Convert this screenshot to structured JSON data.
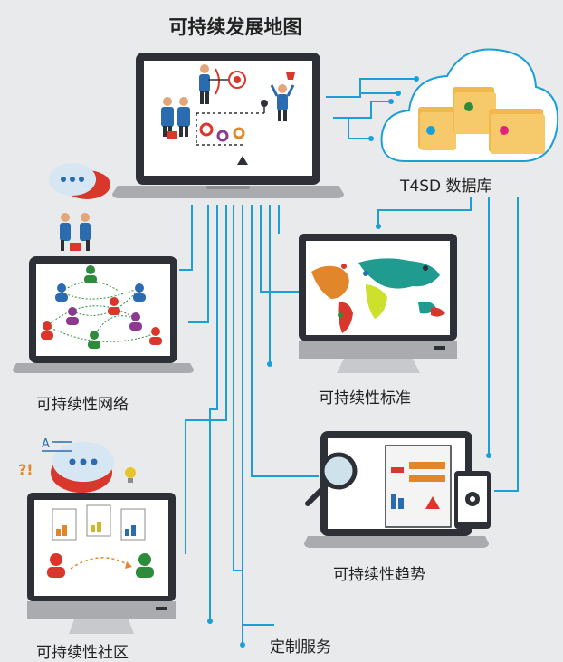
{
  "title": "可持续发展地图",
  "labels": {
    "database": "T4SD 数据库",
    "network": "可持续性网络",
    "standards": "可持续性标准",
    "trends": "可持续性趋势",
    "community": "可持续性社区",
    "custom_services": "定制服务"
  },
  "colors": {
    "background": "#e9eaeb",
    "connector": "#1a9fd6",
    "device_dark": "#2d3137",
    "device_silver": "#a9abaf",
    "folder": "#f6c96a",
    "red": "#d9372b",
    "blue": "#2b6cb0",
    "green": "#2e8b3c",
    "purple": "#8b3a8f",
    "orange": "#e2862b",
    "teal": "#1f9b8f"
  }
}
